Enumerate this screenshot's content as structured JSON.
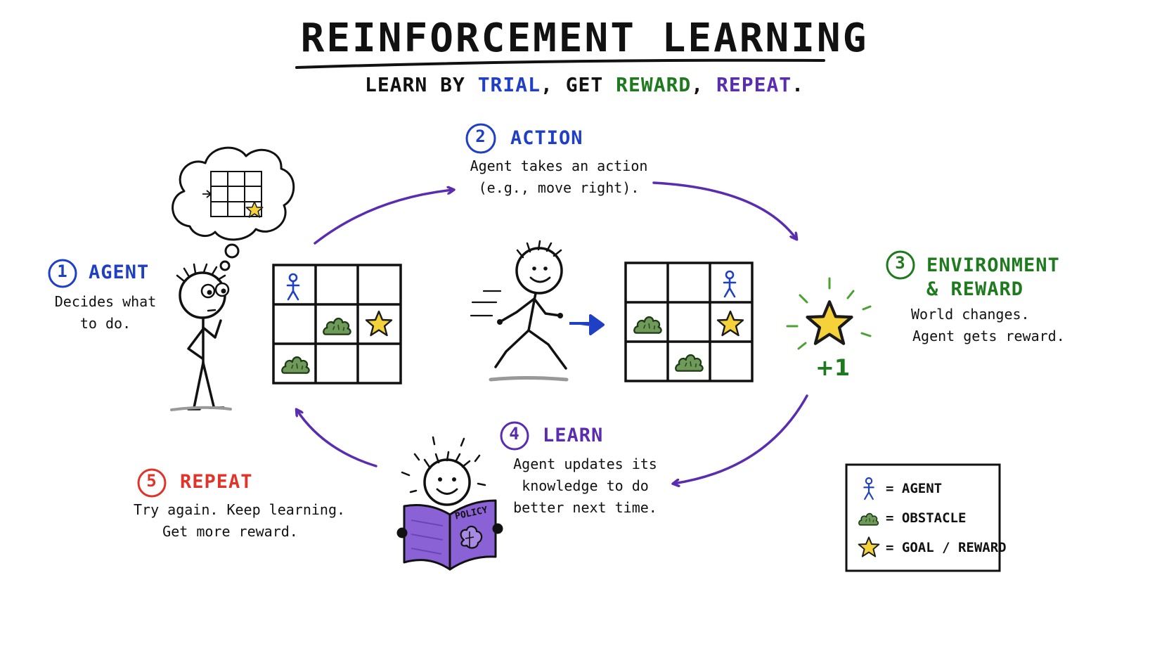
{
  "title": "REINFORCEMENT LEARNING",
  "subtitle": {
    "part1": "LEARN BY ",
    "trial": "TRIAL",
    "part2": ", GET ",
    "reward": "REWARD",
    "part3": ", ",
    "repeat": "REPEAT",
    "part4": "."
  },
  "steps": [
    {
      "num": "1",
      "title": "AGENT",
      "lines": [
        "Decides what",
        "to do."
      ]
    },
    {
      "num": "2",
      "title": "ACTION",
      "lines": [
        "Agent takes an action",
        "(e.g., move right)."
      ]
    },
    {
      "num": "3",
      "title_lines": [
        "ENVIRONMENT",
        "& REWARD"
      ],
      "lines": [
        "World changes.",
        "Agent gets reward."
      ]
    },
    {
      "num": "4",
      "title": "LEARN",
      "lines": [
        "Agent updates its",
        "knowledge to do",
        "better next time."
      ]
    },
    {
      "num": "5",
      "title": "REPEAT",
      "lines": [
        "Try again. Keep learning.",
        "Get more reward."
      ]
    }
  ],
  "reward_value": "+1",
  "book_label": "POLICY",
  "legend": [
    {
      "icon": "agent-icon",
      "label": "= AGENT"
    },
    {
      "icon": "bush-icon",
      "label": "= OBSTACLE"
    },
    {
      "icon": "star-icon",
      "label": "= GOAL / REWARD"
    }
  ],
  "colors": {
    "blue": "#1f3fc4",
    "green": "#1f7a1f",
    "purple": "#5a2db0",
    "red": "#e0342a",
    "star": "#f5d23a",
    "bush": "#6f9a5a",
    "book": "#8b62d6"
  }
}
